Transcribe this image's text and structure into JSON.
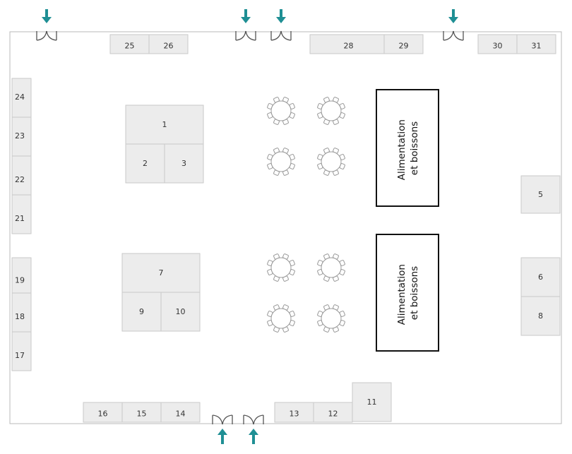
{
  "booths": [
    {
      "id": "b1",
      "label": "1"
    },
    {
      "id": "b2",
      "label": "2"
    },
    {
      "id": "b3",
      "label": "3"
    },
    {
      "id": "b5",
      "label": "5"
    },
    {
      "id": "b6",
      "label": "6"
    },
    {
      "id": "b7",
      "label": "7"
    },
    {
      "id": "b8",
      "label": "8"
    },
    {
      "id": "b9",
      "label": "9"
    },
    {
      "id": "b10",
      "label": "10"
    },
    {
      "id": "b11",
      "label": "11"
    },
    {
      "id": "b12",
      "label": "12"
    },
    {
      "id": "b13",
      "label": "13"
    },
    {
      "id": "b14",
      "label": "14"
    },
    {
      "id": "b15",
      "label": "15"
    },
    {
      "id": "b16",
      "label": "16"
    },
    {
      "id": "b17",
      "label": "17"
    },
    {
      "id": "b18",
      "label": "18"
    },
    {
      "id": "b19",
      "label": "19"
    },
    {
      "id": "b21",
      "label": "21"
    },
    {
      "id": "b22",
      "label": "22"
    },
    {
      "id": "b23",
      "label": "23"
    },
    {
      "id": "b24",
      "label": "24"
    },
    {
      "id": "b25",
      "label": "25"
    },
    {
      "id": "b26",
      "label": "26"
    },
    {
      "id": "b28",
      "label": "28"
    },
    {
      "id": "b29",
      "label": "29"
    },
    {
      "id": "b30",
      "label": "30"
    },
    {
      "id": "b31",
      "label": "31"
    }
  ],
  "food_areas": [
    {
      "id": "food-top",
      "line1": "Alimentation",
      "line2": "et boissons"
    },
    {
      "id": "food-bottom",
      "line1": "Alimentation",
      "line2": "et boissons"
    }
  ],
  "colors": {
    "booth_fill": "#ececec",
    "booth_stroke": "#c9c9c9",
    "arrow": "#1f8f94",
    "wall": "#b8b8b8"
  }
}
